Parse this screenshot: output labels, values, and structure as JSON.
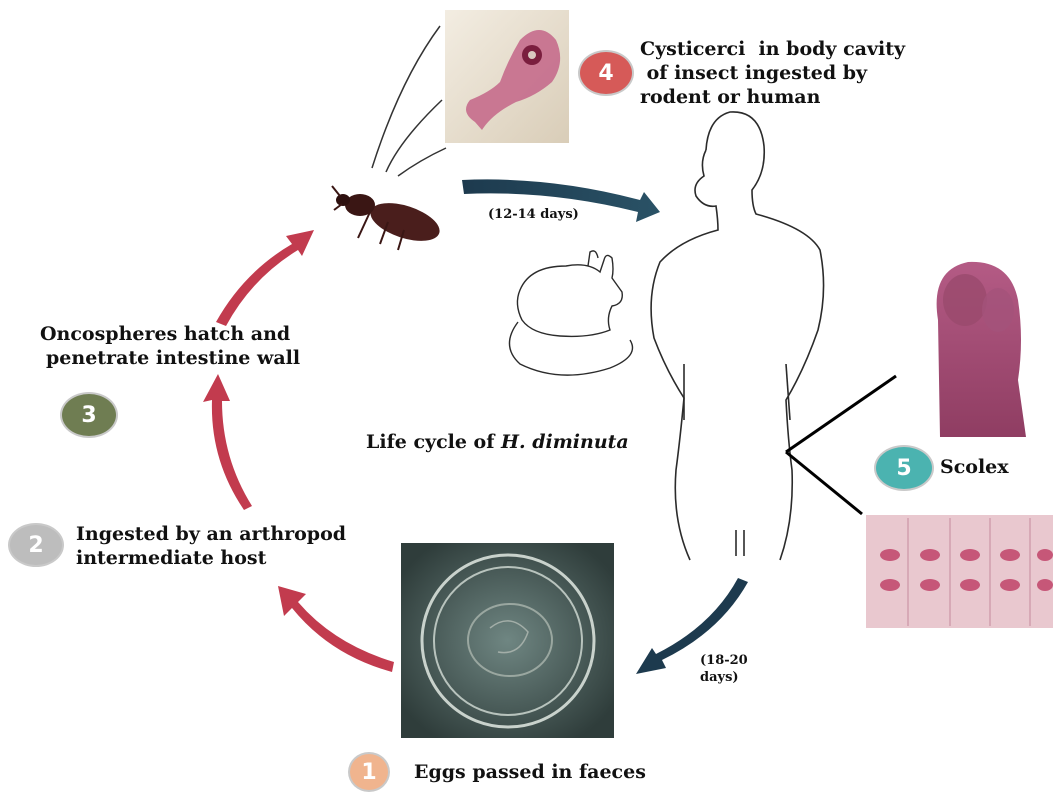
{
  "diagram": {
    "title_prefix": "Life cycle of ",
    "title_species": "H. diminuta",
    "steps": [
      {
        "number": "1",
        "lines": [
          "Eggs passed in faeces"
        ],
        "color": "#f0b48e"
      },
      {
        "number": "2",
        "lines": [
          "Ingested by an arthropod",
          "intermediate host"
        ],
        "color": "#bdbdbd"
      },
      {
        "number": "3",
        "lines": [
          "Oncospheres hatch and",
          "penetrate intestine wall"
        ],
        "color": "#6f7d52"
      },
      {
        "number": "4",
        "lines": [
          "Cysticerci  in body cavity",
          " of insect ingested by",
          "rodent or human"
        ],
        "color": "#d65a58"
      },
      {
        "number": "5",
        "lines": [
          "Scolex"
        ],
        "color": "#4bb3b0"
      }
    ],
    "durations": {
      "insect_to_host": "(12-14 days)",
      "host_to_eggs": [
        "(18-20",
        "days)"
      ]
    },
    "colors": {
      "cycle_arrow": "#c23b4e",
      "host_arrow": "#1d3a4e"
    }
  }
}
